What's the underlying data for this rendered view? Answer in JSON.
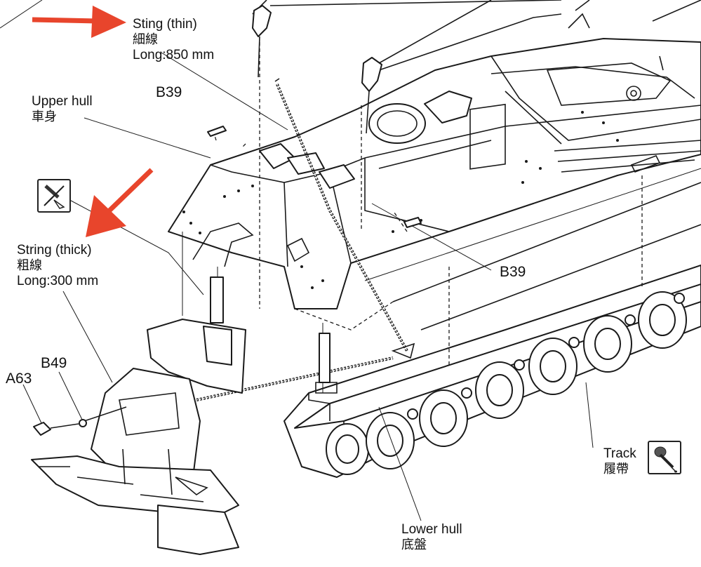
{
  "labels": {
    "sting_thin": {
      "en": "Sting (thin)",
      "zh": "細線",
      "length": "Long:850 mm"
    },
    "upper_hull": {
      "en": "Upper hull",
      "zh": "車身"
    },
    "string_thick": {
      "en": "String (thick)",
      "zh": "粗線",
      "length": "Long:300 mm"
    },
    "track": {
      "en": "Track",
      "zh": "履帶"
    },
    "lower_hull": {
      "en": "Lower hull",
      "zh": "底盤"
    }
  },
  "part_codes": {
    "b39_top": "B39",
    "b39_right": "B39",
    "b49": "B49",
    "a63": "A63"
  },
  "icons": {
    "cut_icon": "no-cut-wire-icon",
    "glue_icon": "glue-bottle-icon"
  },
  "colors": {
    "arrow_red": "#e8452c",
    "line": "#1a1a1a",
    "background": "#ffffff"
  }
}
